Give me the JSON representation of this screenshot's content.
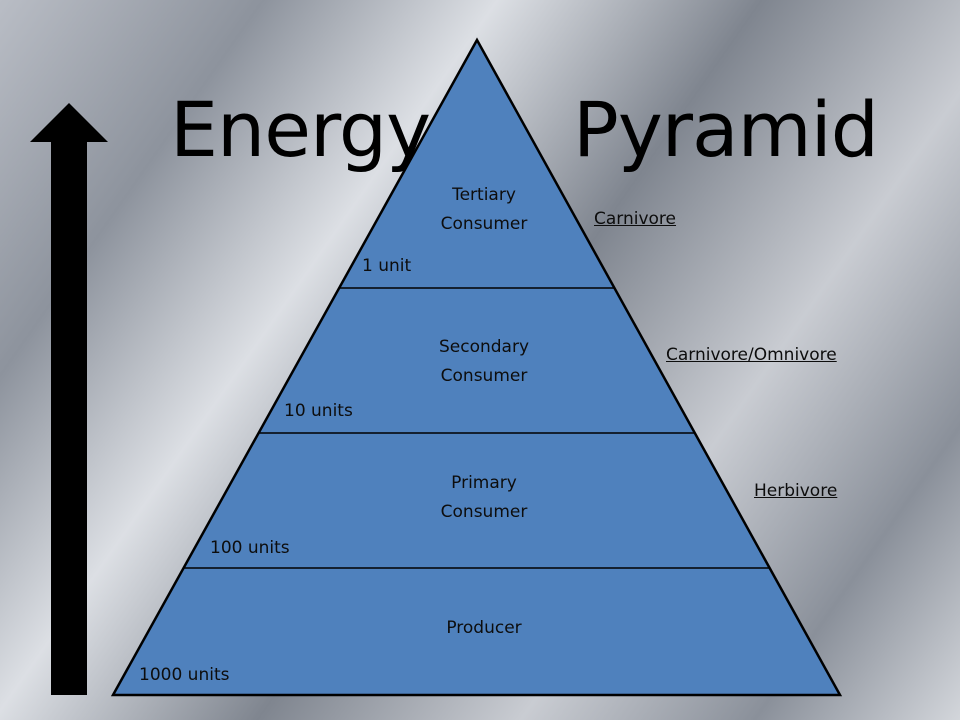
{
  "title": {
    "left": "Energy",
    "right": "Pyramid"
  },
  "arrow": {
    "icon": "up-arrow-icon",
    "color": "#000000"
  },
  "pyramid": {
    "fill": "#4f81bd",
    "levels": [
      {
        "name_line1": "Tertiary",
        "name_line2": "Consumer",
        "units": "1 unit",
        "role": "Carnivore"
      },
      {
        "name_line1": "Secondary",
        "name_line2": "Consumer",
        "units": "10 units",
        "role": "Carnivore/Omnivore"
      },
      {
        "name_line1": "Primary",
        "name_line2": "Consumer",
        "units": "100 units",
        "role": "Herbivore"
      },
      {
        "name_line1": "Producer",
        "name_line2": "",
        "units": "1000 units",
        "role": ""
      }
    ]
  }
}
